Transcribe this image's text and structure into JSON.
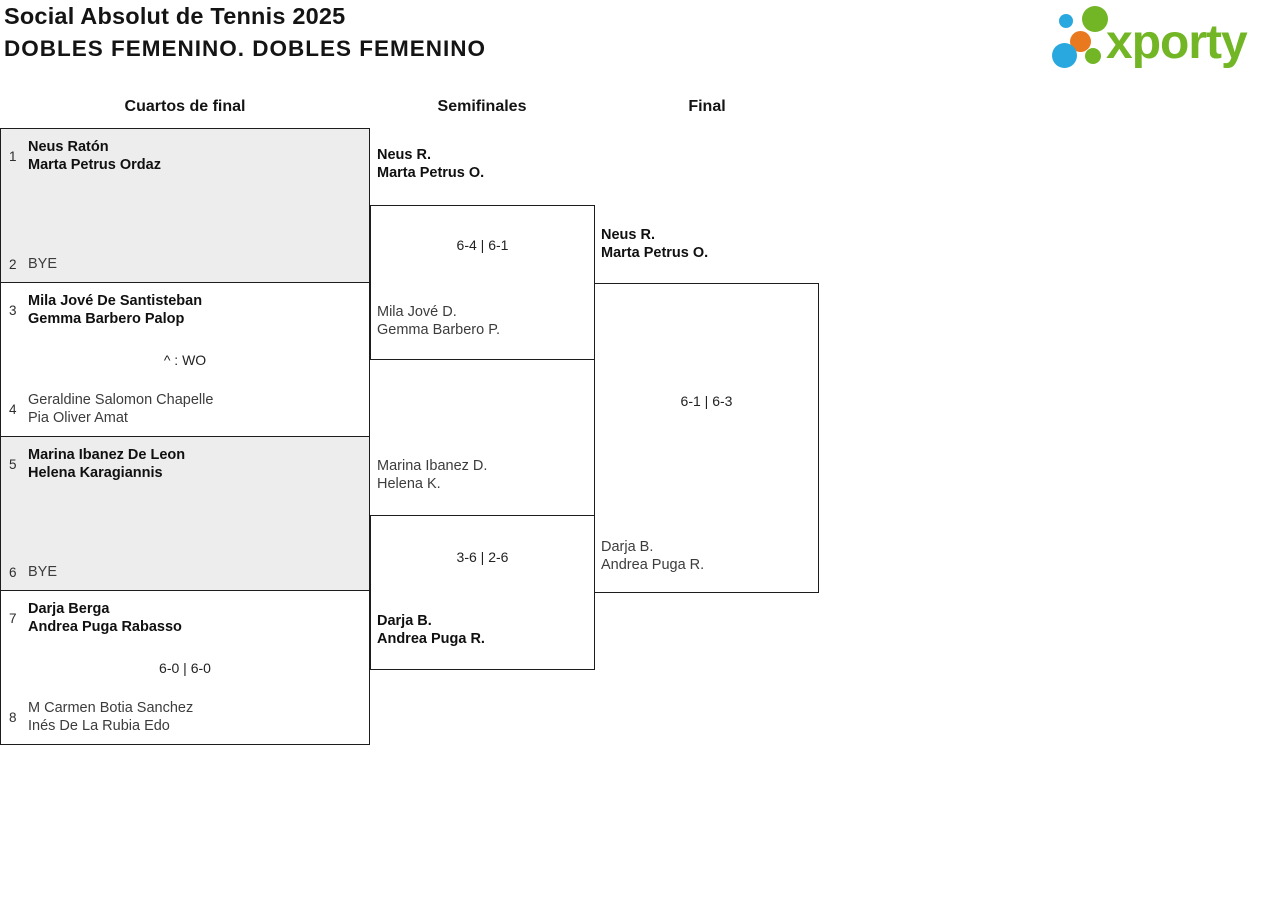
{
  "header": {
    "title": "Social Absolut de Tennis 2025",
    "subtitle": "DOBLES FEMENINO. DOBLES FEMENINO",
    "brand": "xporty"
  },
  "columns": [
    {
      "label": "Cuartos de final"
    },
    {
      "label": "Semifinales"
    },
    {
      "label": "Final"
    }
  ],
  "colors": {
    "brand_green": "#72b626",
    "brand_blue": "#29a8e0",
    "brand_orange": "#e8791e",
    "box_shaded_gray": "#ededed",
    "line_black": "#1d1d1d"
  },
  "quarterfinals": [
    {
      "team1": {
        "seed": "1",
        "players": [
          "Neus Ratón",
          "Marta Petrus Ordaz"
        ],
        "winner": true
      },
      "score": "",
      "team2": {
        "seed": "2",
        "players": [
          "BYE"
        ],
        "winner": false
      }
    },
    {
      "team1": {
        "seed": "3",
        "players": [
          "Mila Jové De Santisteban",
          "Gemma Barbero Palop"
        ],
        "winner": true
      },
      "score": "^ : WO",
      "team2": {
        "seed": "4",
        "players": [
          "Geraldine Salomon Chapelle",
          "Pia Oliver Amat"
        ],
        "winner": false
      }
    },
    {
      "team1": {
        "seed": "5",
        "players": [
          "Marina Ibanez De Leon",
          "Helena Karagiannis"
        ],
        "winner": true
      },
      "score": "",
      "team2": {
        "seed": "6",
        "players": [
          "BYE"
        ],
        "winner": false
      }
    },
    {
      "team1": {
        "seed": "7",
        "players": [
          "Darja Berga",
          "Andrea Puga Rabasso"
        ],
        "winner": true
      },
      "score": "6-0 | 6-0",
      "team2": {
        "seed": "8",
        "players": [
          "M Carmen Botia Sanchez",
          "Inés De La Rubia Edo"
        ],
        "winner": false
      }
    }
  ],
  "semifinals": [
    {
      "team1": {
        "players": [
          "Neus R.",
          "Marta Petrus O."
        ],
        "winner": true
      },
      "score": "6-4 | 6-1",
      "team2": {
        "players": [
          "Mila Jové D.",
          "Gemma Barbero P."
        ],
        "winner": false
      }
    },
    {
      "team1": {
        "players": [
          "Marina Ibanez D.",
          "Helena K."
        ],
        "winner": false
      },
      "score": "3-6 | 2-6",
      "team2": {
        "players": [
          "Darja B.",
          "Andrea Puga R."
        ],
        "winner": true
      }
    }
  ],
  "final": {
    "team1": {
      "players": [
        "Neus R.",
        "Marta Petrus O."
      ],
      "winner": true
    },
    "score": "6-1 | 6-3",
    "team2": {
      "players": [
        "Darja B.",
        "Andrea Puga R."
      ],
      "winner": false
    }
  }
}
